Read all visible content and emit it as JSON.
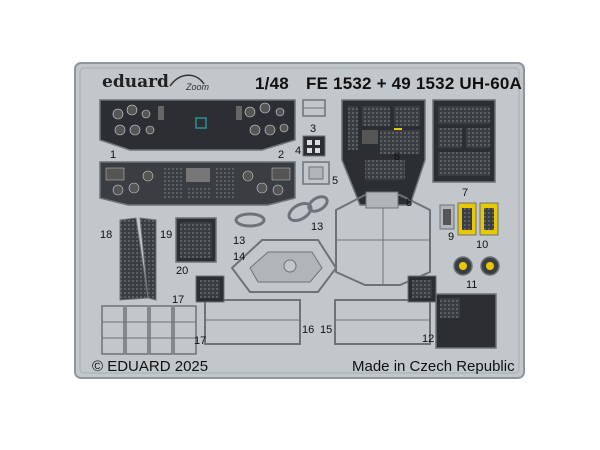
{
  "header": {
    "brand": "eduard",
    "line": "Zoom",
    "scale": "1/48",
    "code": "FE 1532 + 49 1532 UH-60A"
  },
  "footer": {
    "copyright": "© EDUARD 2025",
    "origin": "Made in Czech Republic"
  },
  "part_numbers": {
    "p1": "1",
    "p2": "2",
    "p3": "3",
    "p4": "4",
    "p5": "5",
    "p6": "6",
    "p7": "7",
    "p8": "8",
    "p9": "9",
    "p10": "10",
    "p11": "11",
    "p12": "12",
    "p13a": "13",
    "p13b": "13",
    "p14": "14",
    "p15": "15",
    "p16": "16",
    "p17a": "17",
    "p17b": "17",
    "p18": "18",
    "p19": "19",
    "p20": "20"
  },
  "colors": {
    "fret": "#c2c7cc",
    "fret_border": "#8f959b",
    "panel_dark": "#2b2f34",
    "panel_mid": "#4a4f55",
    "part_outline": "#6d7379",
    "yellow": "#e8c800",
    "text": "#111111"
  }
}
